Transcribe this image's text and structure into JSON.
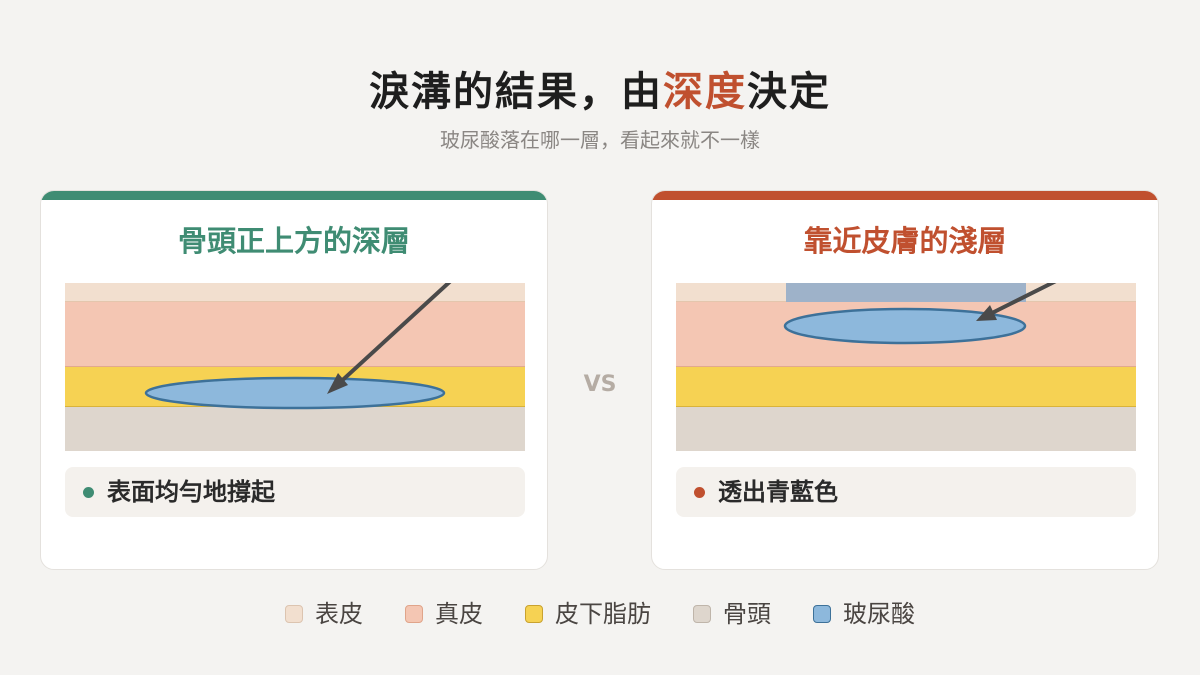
{
  "title": {
    "main": "淚溝的結果，由",
    "highlight": "深度",
    "end": "決定"
  },
  "subtitle": "玻尿酸落在哪一層，看起來就不一樣",
  "vs": "VS",
  "colors": {
    "green": "#3f8c73",
    "red": "#c0502f",
    "epidermis": "#f2dfcf",
    "dermis": "#f4c6b3",
    "fat": "#f6d253",
    "bone": "#ded6cd",
    "filler": "#8db8dc"
  },
  "panels": [
    {
      "title": "骨頭正上方的深層",
      "note": "表面均勻地撐起"
    },
    {
      "title": "靠近皮膚的淺層",
      "note": "透出青藍色"
    }
  ],
  "legend": [
    {
      "label": "表皮"
    },
    {
      "label": "真皮"
    },
    {
      "label": "皮下脂肪"
    },
    {
      "label": "骨頭"
    },
    {
      "label": "玻尿酸"
    }
  ]
}
